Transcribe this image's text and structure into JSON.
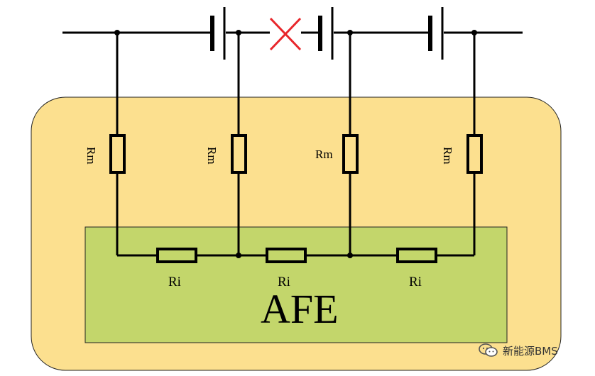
{
  "labels": {
    "rm": [
      "Rm",
      "Rm",
      "Rm",
      "Rm"
    ],
    "ri": [
      "Ri",
      "Ri",
      "Ri"
    ],
    "afe": "AFE"
  },
  "watermark": {
    "icon": "wechat-icon",
    "text": "新能源BMS"
  },
  "colors": {
    "outer_module": "#FCE08F",
    "afe_block": "#C3D66B",
    "wire": "#000000",
    "break_mark": "#E8262B"
  }
}
